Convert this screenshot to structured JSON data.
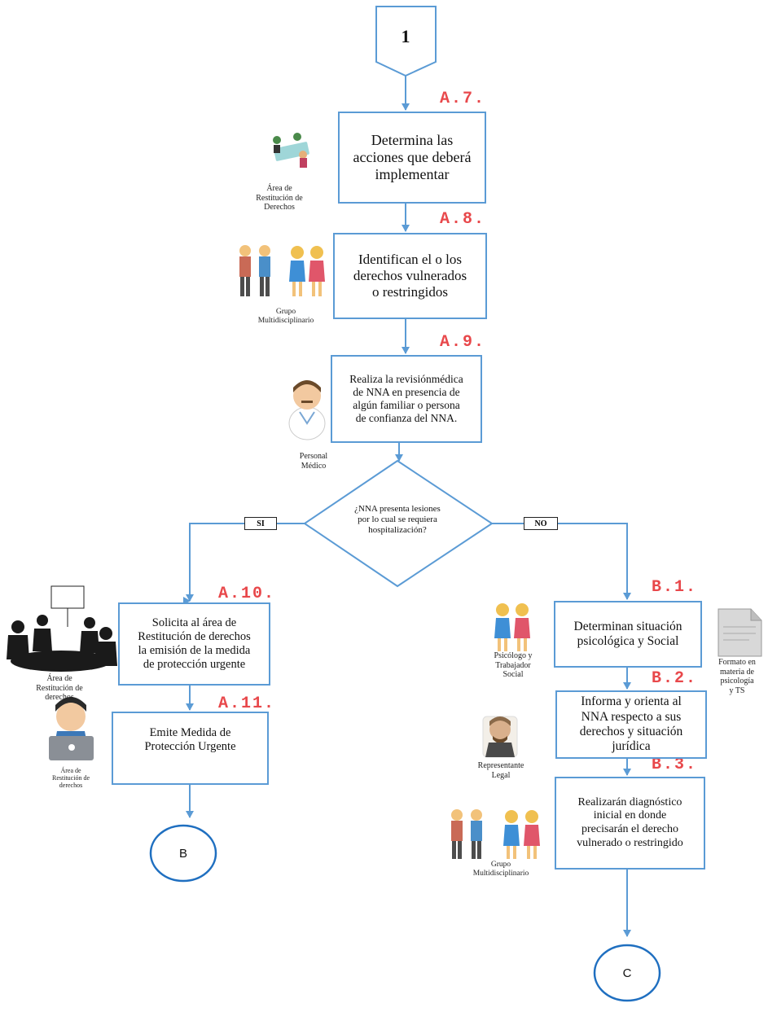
{
  "start_connector": "1",
  "steps": {
    "a7": "A.7.",
    "a8": "A.8.",
    "a9": "A.9.",
    "a10": "A.10.",
    "a11": "A.11.",
    "b1": "B.1.",
    "b2": "B.2.",
    "b3": "B.3."
  },
  "boxes": {
    "a7": [
      "Determina las",
      "acciones que deberá",
      "implementar"
    ],
    "a8": [
      "Identifican el o los",
      "derechos vulnerados",
      "o restringidos"
    ],
    "a9": [
      "Realiza la revisiónmédica",
      "de NNA en presencia de",
      "algún familiar o persona",
      "de confianza del NNA."
    ],
    "a10": [
      "Solicita al área de",
      "Restitución de derechos",
      "la emisión de la medida",
      "de protección urgente"
    ],
    "a11": [
      "Emite Medida de",
      "Protección Urgente"
    ],
    "b1": [
      "Determinan situación",
      "psicológica y Social"
    ],
    "b2": [
      "Informa y orienta al",
      "NNA respecto a sus",
      "derechos y situación",
      "jurídica"
    ],
    "b3": [
      "Realizarán diagnóstico",
      "inicial en donde",
      "precisarán el derecho",
      "vulnerado o restringido"
    ]
  },
  "decision": [
    "¿NNA presenta lesiones",
    "por lo cual se requiera",
    "hospitalización?"
  ],
  "branch_yes": "SI",
  "branch_no": "NO",
  "actors": {
    "a7": [
      "Área de",
      "Restitución de",
      "Derechos"
    ],
    "a8": [
      "Grupo",
      "Multidisciplinario"
    ],
    "a9": [
      "Personal",
      "Médico"
    ],
    "a10": [
      "Área de",
      "Restitución de",
      "derechos"
    ],
    "a11": [
      "Área de",
      "Restitución de",
      "derechos"
    ],
    "b1": [
      "Psicólogo y",
      "Trabajador",
      "Social"
    ],
    "b2": [
      "Representante",
      "Legal"
    ],
    "b3": [
      "Grupo",
      "Multidisciplinario"
    ]
  },
  "document_label": [
    "Formato en",
    "materia de",
    "psicología",
    "y TS"
  ],
  "end_connector_left": "B",
  "end_connector_right": "C",
  "colors": {
    "flow": "#5b9bd5",
    "step_label": "#e8484b"
  }
}
